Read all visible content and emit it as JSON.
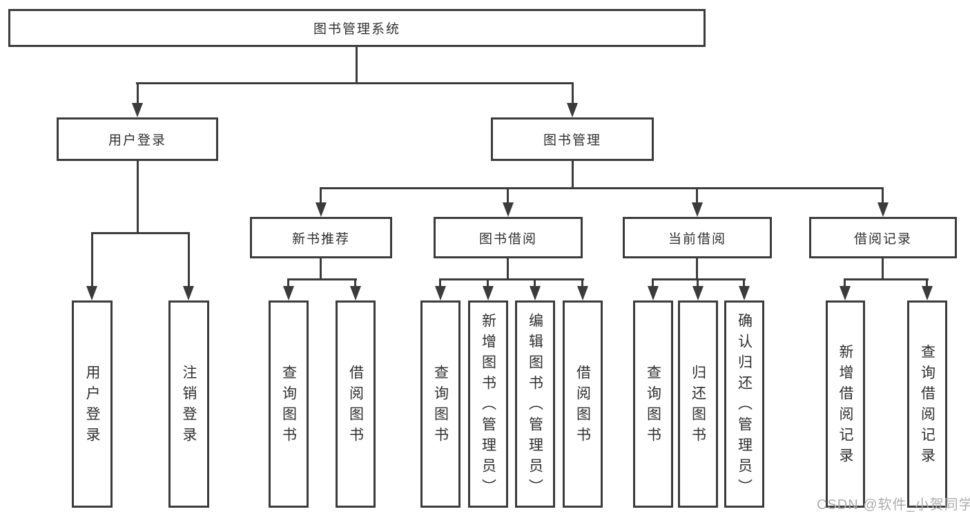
{
  "tree": {
    "root": {
      "label": "图书管理系统",
      "children": [
        {
          "label": "用户登录",
          "children": [
            {
              "label": "用户登录"
            },
            {
              "label": "注销登录"
            }
          ]
        },
        {
          "label": "图书管理",
          "children": [
            {
              "label": "新书推荐",
              "children": [
                {
                  "label": "查询图书"
                },
                {
                  "label": "借阅图书"
                }
              ]
            },
            {
              "label": "图书借阅",
              "children": [
                {
                  "label": "查询图书"
                },
                {
                  "label": "新增图书（管理员）"
                },
                {
                  "label": "编辑图书（管理员）"
                },
                {
                  "label": "借阅图书"
                }
              ]
            },
            {
              "label": "当前借阅",
              "children": [
                {
                  "label": "查询图书"
                },
                {
                  "label": "归还图书"
                },
                {
                  "label": "确认归还（管理员）"
                }
              ]
            },
            {
              "label": "借阅记录",
              "children": [
                {
                  "label": "新增借阅记录"
                },
                {
                  "label": "查询借阅记录"
                }
              ]
            }
          ]
        }
      ]
    }
  },
  "watermark": {
    "text": "CSDN @软件_小贺同学"
  },
  "colors": {
    "line": "#3b3b3b",
    "text": "#2f2f2f",
    "watermark": "#acacac",
    "background": "#ffffff"
  }
}
